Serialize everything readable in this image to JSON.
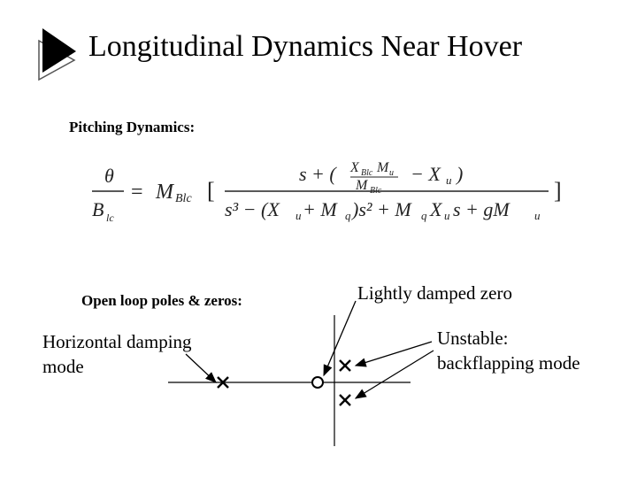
{
  "title": "Longitudinal Dynamics Near Hover",
  "icons": {
    "title_bullet": "triangle-play-icon"
  },
  "labels": {
    "pitching": "Pitching Dynamics:",
    "poles_zeros": "Open loop poles & zeros:",
    "lightly_damped": "Lightly damped zero",
    "horizontal_line1": "Horizontal damping",
    "horizontal_line2": "mode",
    "unstable_line1": "Unstable:",
    "unstable_line2": "backflapping mode"
  },
  "equation": {
    "lhs_num": "θ",
    "lhs_den": "B",
    "lhs_den_sub": "lc",
    "equals": "=",
    "gain": "M",
    "gain_sub": "Blc",
    "open_bracket": "[",
    "close_bracket": "]",
    "num_s_plus": "s + (",
    "num_inner_num": "X",
    "num_inner_num_sub": "Blc",
    "num_inner_num_m": "M",
    "num_inner_num_m_sub": "u",
    "num_inner_den": "M",
    "num_inner_den_sub": "Blc",
    "num_minus_x": "− X",
    "num_minus_x_sub": "u",
    "num_close": ")",
    "den_text": "s³ − (X",
    "den_text_sub1": "u",
    "den_plus_m": " + M",
    "den_plus_m_sub": "q",
    "den_s2": ")s² + M",
    "den_s2_sub": "q",
    "den_xu": "X",
    "den_xu_sub": "u",
    "den_end": "s + gM",
    "den_end_sub": "u"
  },
  "plot": {
    "pole_marker": "×",
    "zero_marker": "○"
  }
}
